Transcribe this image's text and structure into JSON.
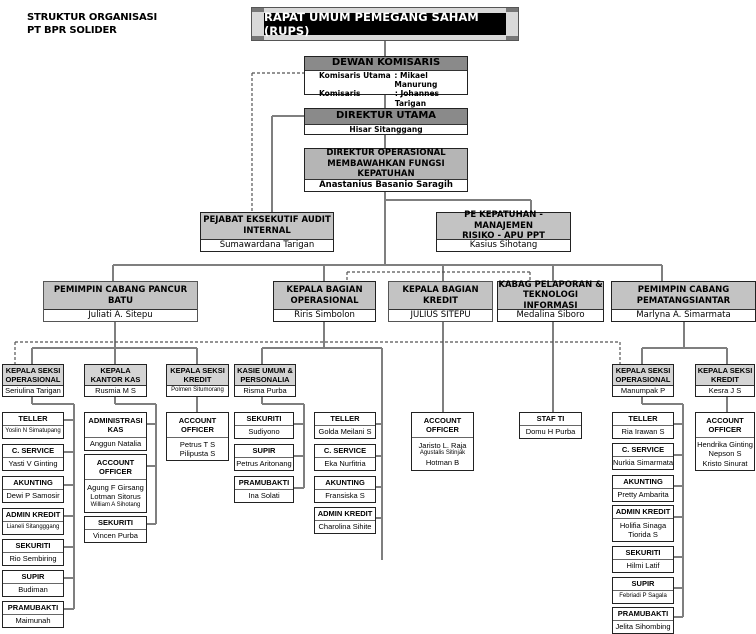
{
  "title": {
    "line1": "STRUKTUR ORGANISASI",
    "line2": "PT BPR SOLIDER"
  },
  "rups": {
    "label": "RAPAT UMUM PEMEGANG SAHAM (RUPS)"
  },
  "dewan_komisaris": {
    "title": "DEWAN KOMISARIS",
    "members": [
      {
        "role": "Komisaris Utama",
        "name": ": Mikael Manurung"
      },
      {
        "role": "Komisaris",
        "name": ": Johannes Tarigan"
      }
    ]
  },
  "direktur_utama": {
    "title": "DIREKTUR UTAMA",
    "name": "Hisar Sitanggang"
  },
  "direktur_operasional": {
    "title_line1": "DIREKTUR OPERASIONAL",
    "title_line2": "MEMBAWAHKAN FUNGSI KEPATUHAN",
    "name": "Anastanius Basanio Saragih"
  },
  "audit_internal": {
    "title_line1": "PEJABAT EKSEKUTIF AUDIT",
    "title_line2": "INTERNAL",
    "name": "Sumawardana Tarigan"
  },
  "kepatuhan": {
    "title_line1": "PE KEPATUHAN - MANAJEMEN",
    "title_line2": "RISIKO - APU PPT",
    "name": "Kasius Sihotang"
  },
  "level3": {
    "pancur_batu": {
      "title_line1": "PEMIMPIN CABANG  PANCUR BATU",
      "title_line2": "",
      "name": "Juliati A. Sitepu"
    },
    "operasional": {
      "title_line1": "KEPALA BAGIAN",
      "title_line2": "OPERASIONAL",
      "name": "Riris Simbolon"
    },
    "kredit": {
      "title_line1": "KEPALA BAGIAN KREDIT",
      "title_line2": "",
      "name": "JULIUS SITEPU"
    },
    "pelaporan": {
      "title_line1": "KABAG PELAPORAN &",
      "title_line2": "TEKNOLOGI INFORMASI",
      "name": "Medalina Siboro"
    },
    "pematangsiantar": {
      "title_line1": "PEMIMPIN CABANG",
      "title_line2": "PEMATANGSIANTAR",
      "name": "Marlyna A. Simarmata"
    }
  },
  "level4": {
    "pb_seksi_ops": {
      "title_line1": "KEPALA SEKSI",
      "title_line2": "OPERASIONAL",
      "name": "Seriulina Tarigan"
    },
    "pb_kantor_kas": {
      "title_line1": "KEPALA",
      "title_line2": "KANTOR KAS",
      "name": "Rusmia M S"
    },
    "pb_seksi_kredit": {
      "title_line1": "KEPALA SEKSI",
      "title_line2": "KREDIT",
      "name": "Polmen Situmorang"
    },
    "kasie_umum": {
      "title_line1": "KASIE UMUM &",
      "title_line2": "PERSONALIA",
      "name": "Risma Purba"
    },
    "ps_seksi_ops": {
      "title_line1": "KEPALA SEKSI",
      "title_line2": "OPERASIONAL",
      "name": "Manumpak P"
    },
    "ps_seksi_kredit": {
      "title_line1": "KEPALA SEKSI",
      "title_line2": "KREDIT",
      "name": "Kesra J S"
    }
  },
  "pb_ops_staff": [
    {
      "title": "TELLER",
      "names": [
        "Yoslin N Simatupang"
      ]
    },
    {
      "title": "C. SERVICE",
      "names": [
        "Yasti V Ginting"
      ]
    },
    {
      "title": "AKUNTING",
      "names": [
        "Dewi P Samosir"
      ]
    },
    {
      "title": "ADMIN  KREDIT",
      "names": [
        "Lianeli Sitangggang"
      ]
    },
    {
      "title": "SEKURITI",
      "names": [
        "Rio Sembiring"
      ]
    },
    {
      "title": "SUPIR",
      "names": [
        "Budiman"
      ]
    },
    {
      "title": "PRAMUBAKTI",
      "names": [
        "Maimunah"
      ]
    }
  ],
  "pb_kas_staff": [
    {
      "title": "ADMINISTRASI KAS",
      "names": [
        "Anggun Natalia"
      ]
    },
    {
      "title": "ACCOUNT OFFICER",
      "names": [
        "Agung F Girsang",
        "Lotman Sitorus",
        "William A Sihotang"
      ]
    },
    {
      "title": "SEKURITI",
      "names": [
        "Vincen Purba"
      ]
    }
  ],
  "pb_kredit_staff": [
    {
      "title": "ACCOUNT OFFICER",
      "names": [
        "Petrus T S",
        "Pilipusta S"
      ]
    }
  ],
  "umum_staff": [
    {
      "title": "SEKURITI",
      "names": [
        "Sudiyono"
      ]
    },
    {
      "title": "SUPIR",
      "names": [
        "Petrus Aritonang"
      ]
    },
    {
      "title": "PRAMUBAKTI",
      "names": [
        "Ina Solati"
      ]
    }
  ],
  "ops_staff": [
    {
      "title": "TELLER",
      "names": [
        "Golda Meilani S"
      ]
    },
    {
      "title": "C. SERVICE",
      "names": [
        "Eka Nurfitria"
      ]
    },
    {
      "title": "AKUNTING",
      "names": [
        "Fransiska S"
      ]
    },
    {
      "title": "ADMIN  KREDIT",
      "names": [
        "Charolina Sihite"
      ]
    }
  ],
  "kredit_staff": [
    {
      "title": "ACCOUNT OFFICER",
      "names": [
        "Jaristo L. Raja",
        "Agustalis Sitinjak",
        "Hotman B"
      ]
    }
  ],
  "ti_staff": [
    {
      "title": "STAF TI",
      "names": [
        "Domu H Purba"
      ]
    }
  ],
  "ps_ops_staff": [
    {
      "title": "TELLER",
      "names": [
        "Ria Irawan S"
      ]
    },
    {
      "title": "C. SERVICE",
      "names": [
        "Nurkia Simarmata"
      ]
    },
    {
      "title": "AKUNTING",
      "names": [
        "Pretty Ambarita"
      ]
    },
    {
      "title": "ADMIN  KREDIT",
      "names": [
        "Holifia Sinaga",
        "Tiorida S"
      ]
    },
    {
      "title": "SEKURITI",
      "names": [
        "Hilmi Latif"
      ]
    },
    {
      "title": "SUPIR",
      "names": [
        "Febriadi P Sagala"
      ]
    },
    {
      "title": "PRAMUBAKTI",
      "names": [
        "Jelita Sihombing"
      ]
    }
  ],
  "ps_kredit_staff": [
    {
      "title": "ACCOUNT OFFICER",
      "names": [
        "Hendrika Ginting",
        "Nepson S",
        "Kristo Sinurat"
      ]
    }
  ],
  "colors": {
    "header_dark": "#9e9e9e",
    "header_mid": "#c3c3c3",
    "header_light": "#d4d4d4",
    "line": "#7f7f7f",
    "rups_bg": "#000000"
  }
}
